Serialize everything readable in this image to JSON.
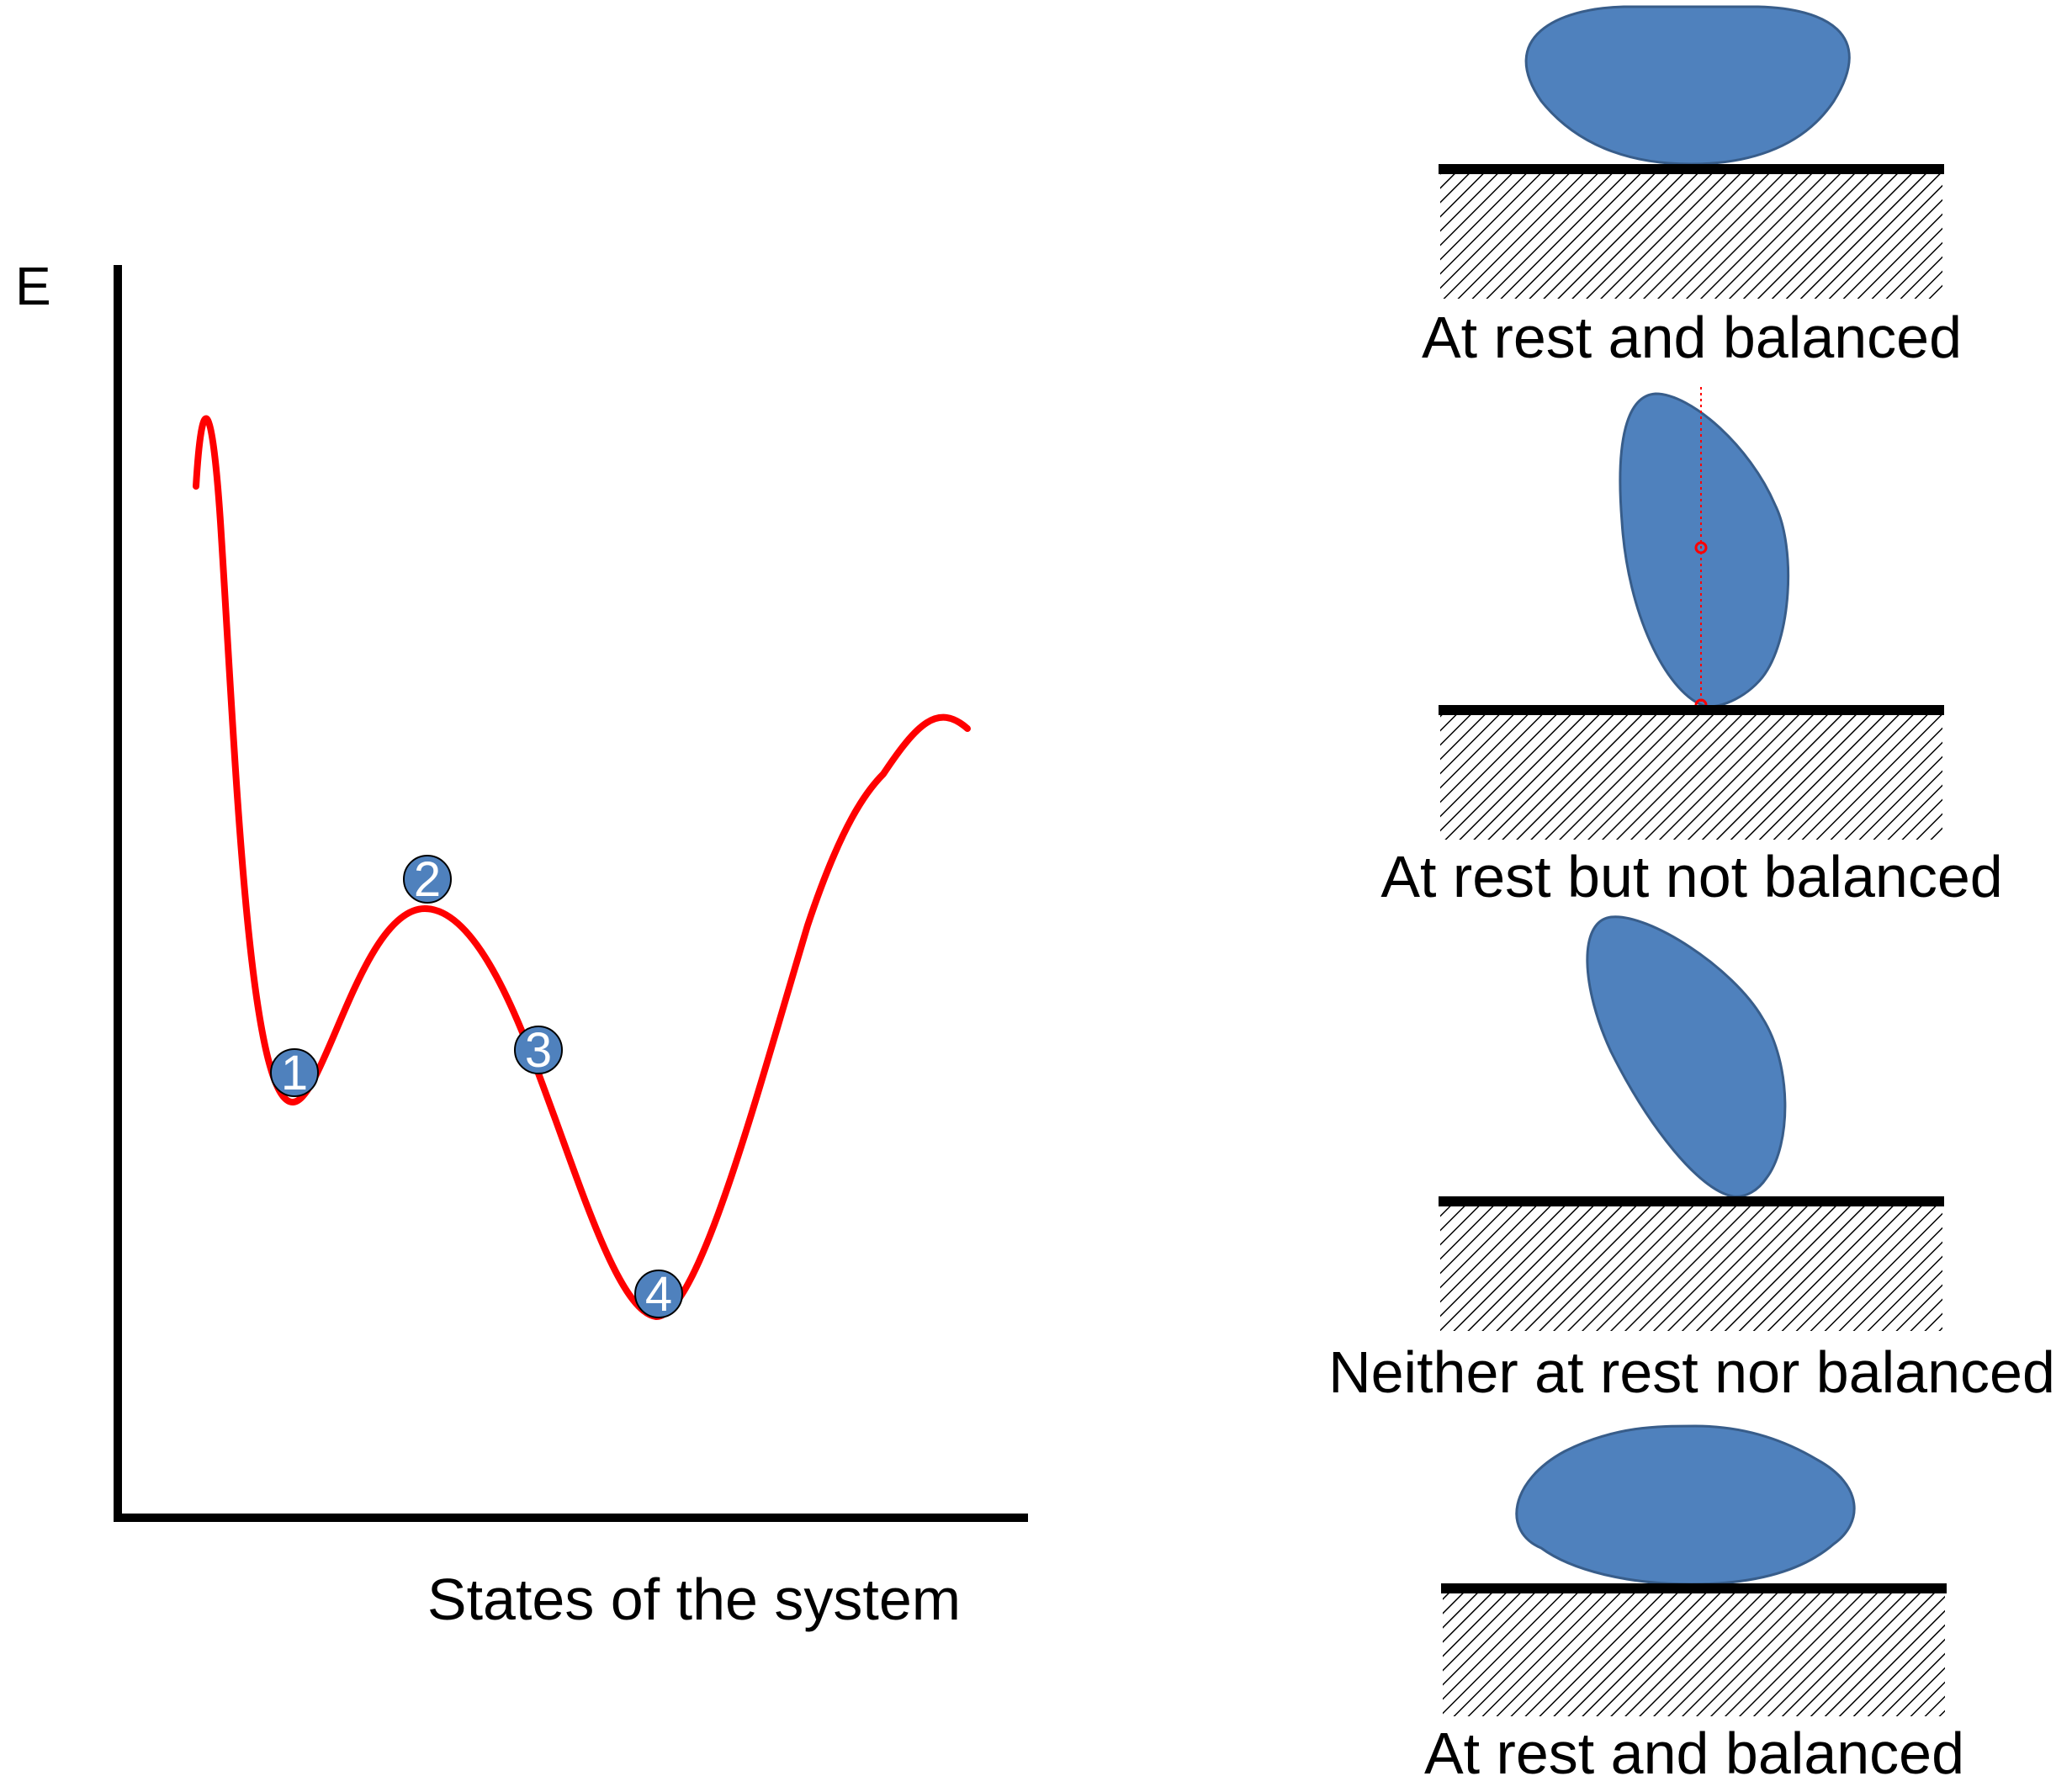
{
  "graph": {
    "y_axis_label": "E",
    "x_axis_label": "States of the system",
    "curve_color": "#ff0000",
    "marker_color": "#4f81bd",
    "markers": [
      "1",
      "2",
      "3",
      "4"
    ]
  },
  "panels": [
    {
      "caption": "At rest and balanced",
      "object": "lens-shape-flat-side-up",
      "shows_balance_guide": false
    },
    {
      "caption": "At rest but not balanced",
      "object": "egg-shape-on-tip",
      "shows_balance_guide": true
    },
    {
      "caption": "Neither at rest nor balanced",
      "object": "egg-shape-tipping",
      "shows_balance_guide": false
    },
    {
      "caption": "At rest and balanced",
      "object": "lens-shape-flat-side-up",
      "shows_balance_guide": false
    }
  ],
  "colors": {
    "object_fill": "#4f81bd",
    "object_stroke": "#385d8a",
    "ground_line": "#000000",
    "guide_line": "#ff0000"
  }
}
